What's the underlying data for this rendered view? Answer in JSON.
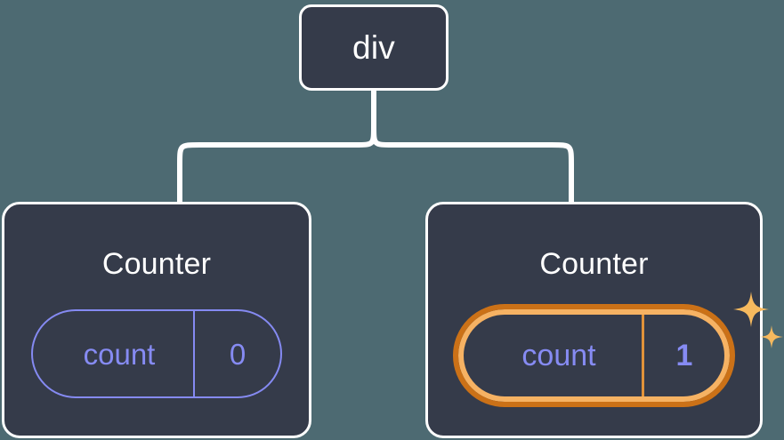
{
  "background_color": "#4d6a72",
  "diagram": {
    "type": "component-tree",
    "root": {
      "label": "div",
      "node_fill": "#353b4a",
      "node_border": "#ffffff",
      "label_color": "#ffffff"
    },
    "children": [
      {
        "label": "Counter",
        "label_color": "#ffffff",
        "state": {
          "key": "count",
          "value": "0",
          "highlighted": false,
          "border_color": "#858af2",
          "text_color": "#868bf3"
        },
        "sparkles": false
      },
      {
        "label": "Counter",
        "label_color": "#ffffff",
        "state": {
          "key": "count",
          "value": "1",
          "highlighted": true,
          "border_color_inner": "#f6b263",
          "border_color_outer": "#cb7117",
          "divider_color": "#e2933a",
          "text_color": "#868bf3"
        },
        "sparkles": true,
        "sparkle_color": "#f6b95e"
      }
    ],
    "connector_color": "#ffffff"
  }
}
